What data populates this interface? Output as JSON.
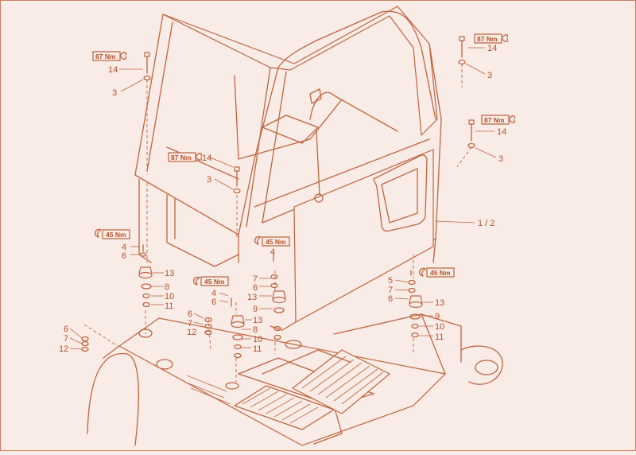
{
  "colors": {
    "background": "#f9ece6",
    "line": "#c0643e",
    "text": "#b4502a"
  },
  "torques": {
    "upper": "87 Nm",
    "lower": "45 Nm"
  },
  "labels": {
    "n1_2": "1 / 2",
    "n3": "3",
    "n4": "4",
    "n5": "5",
    "n6": "6",
    "n7": "7",
    "n8": "8",
    "n9": "9",
    "n10": "10",
    "n11": "11",
    "n12": "12",
    "n13": "13",
    "n14": "14"
  }
}
